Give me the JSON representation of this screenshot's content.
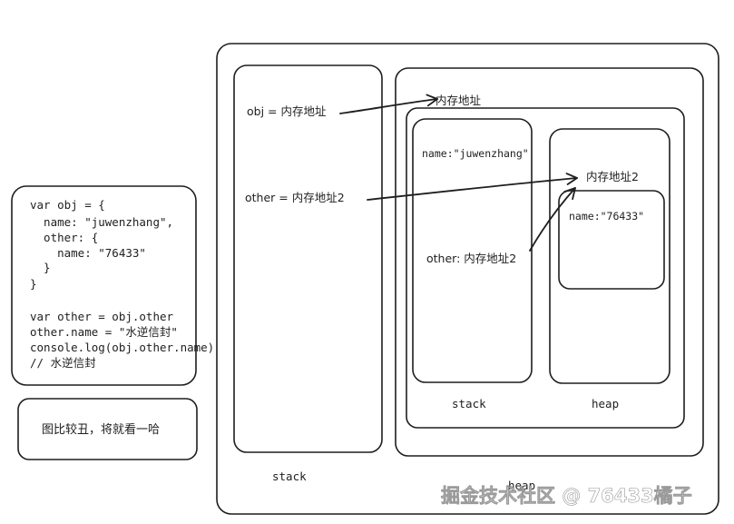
{
  "code_box": {
    "lines": [
      "var obj = {",
      "  name: \"juwenzhang\",",
      "  other: {",
      "    name: \"76433\"",
      "  }",
      "}",
      "",
      "var other = obj.other",
      "other.name = \"水逆信封\"",
      "console.log(obj.other.name)",
      "// 水逆信封"
    ]
  },
  "note_box": {
    "text": "图比较丑，将就看一哈"
  },
  "outer_stack": {
    "label": "stack",
    "obj_entry": "obj = 内存地址",
    "other_entry": "other = 内存地址2"
  },
  "heap": {
    "label": "heap",
    "address_label": "内存地址",
    "inner_stack": {
      "label": "stack",
      "name_entry": "name:\"juwenzhang\"",
      "other_entry": "other: 内存地址2"
    },
    "inner_heap": {
      "label": "heap",
      "address_label": "内存地址2",
      "name_entry": "name:\"76433\""
    }
  },
  "watermark": "掘金技术社区 @ 76433橘子"
}
